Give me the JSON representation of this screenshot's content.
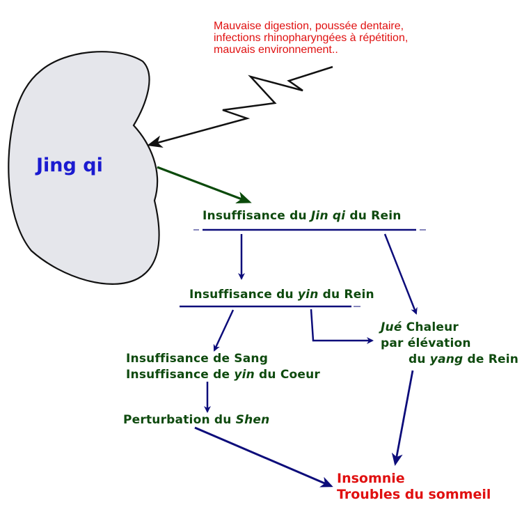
{
  "cause": {
    "lines": [
      "Mauvaise digestion, poussée dentaire,",
      "infections rhinopharyngées à répétition,",
      "mauvais environnement.."
    ]
  },
  "kidney": {
    "label": "Jing qi"
  },
  "nodes": {
    "jin_qi": {
      "pre": "Insuffisance du ",
      "em": "Jin qi",
      "post": " du Rein"
    },
    "yin": {
      "pre": "Insuffisance du ",
      "em": "yin",
      "post": " du Rein"
    },
    "sang": {
      "line1": "Insuffisance de Sang",
      "line2_pre": "Insuffisance de ",
      "line2_em": "yin",
      "line2_post": " du Coeur"
    },
    "shen": {
      "pre": "Perturbation du ",
      "em": "Shen"
    },
    "chaleur": {
      "l1_em": "Jué",
      "l1_post": " Chaleur",
      "l2": "par élévation",
      "l3_pre": "du ",
      "l3_em": "yang",
      "l3_post": " de Rein"
    }
  },
  "result": {
    "line1": "Insomnie",
    "line2": "Troubles du sommeil"
  },
  "colors": {
    "arrow_blue": "#0c0c7a",
    "arrow_green": "#0b4a0b",
    "lightning": "#111111",
    "kidney_fill": "#e5e6eb",
    "text_green": "#0e4a0e",
    "text_red": "#e01010",
    "text_blue": "#1a1ad0"
  }
}
